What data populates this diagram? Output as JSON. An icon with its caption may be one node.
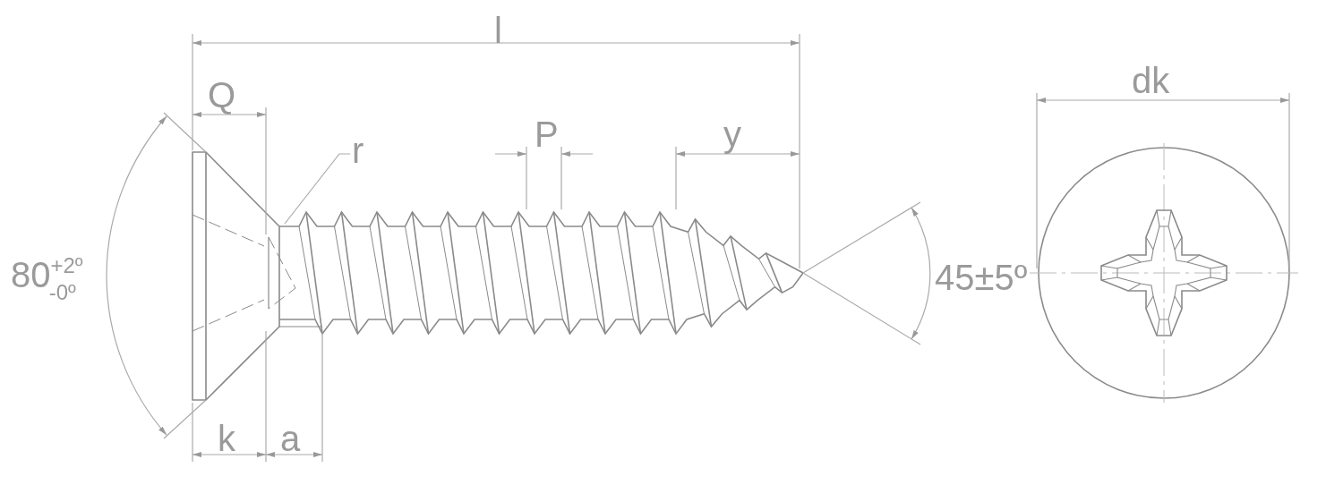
{
  "diagram": {
    "nodes": [
      {
        "text": [
          "r"
        ]
      },
      {
        "text": [],
        "shape": "picture"
      }
    ],
    "edges": [
      {
        "from": 0,
        "to": 1,
        "arrow": "none"
      }
    ],
    "labels": [
      "l",
      "dk",
      "Q",
      "P",
      "y",
      "80$^{+2º}$$_{-0º}$",
      "45±5º",
      "k",
      "a"
    ]
  }
}
